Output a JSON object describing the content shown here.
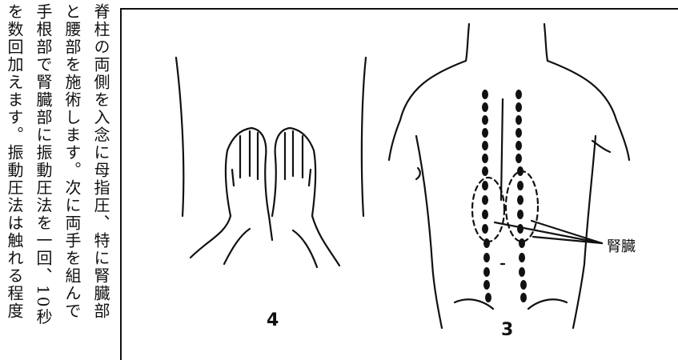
{
  "text_columns": [
    "脊柱の両側を入念に母指圧、特に腎臓部",
    "と腰部を施術します。次に両手を組んで",
    "手根部で腎臓部に振動圧法を一回、10秒",
    "を数回加えます。振動圧法は触れる程度"
  ],
  "figures": {
    "fig4_label": "4",
    "fig3_label": "3",
    "kidney_label": "腎臓"
  }
}
